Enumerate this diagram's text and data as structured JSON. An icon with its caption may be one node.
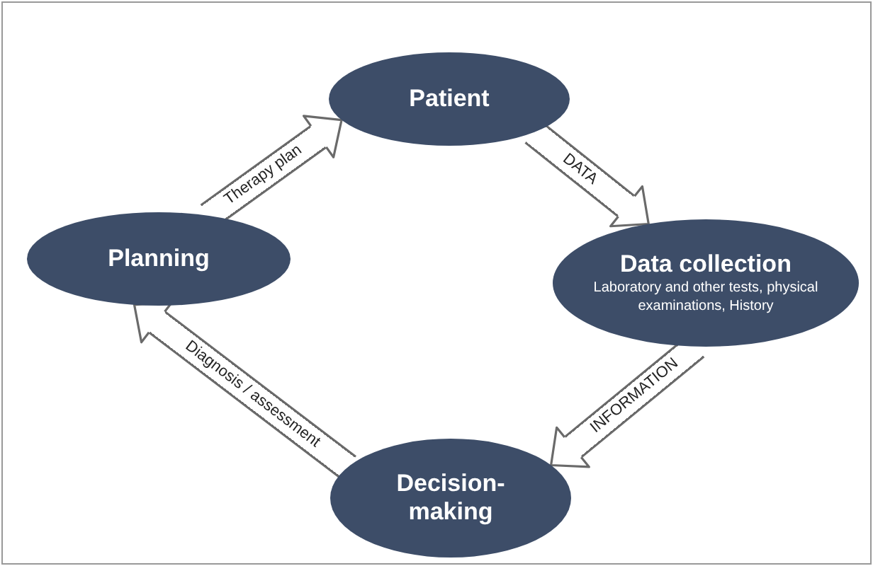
{
  "diagram": {
    "nodes": [
      {
        "text": [
          "Patient"
        ]
      },
      {
        "text": [
          "Planning"
        ]
      },
      {
        "text": [
          "Data collection",
          "Laboratory and other tests, physical examinations, History"
        ]
      },
      {
        "text": [
          "Decision-making"
        ]
      }
    ],
    "edges": [
      {
        "from": 1,
        "to": 0,
        "arrow": "to",
        "label": "Therapy plan"
      },
      {
        "from": 0,
        "to": 2,
        "arrow": "to",
        "label": "DATA"
      },
      {
        "from": 2,
        "to": 3,
        "arrow": "to",
        "label": "INFORMATION"
      },
      {
        "from": 3,
        "to": 1,
        "arrow": "to",
        "label": "Diagnosis / assessment"
      }
    ]
  }
}
